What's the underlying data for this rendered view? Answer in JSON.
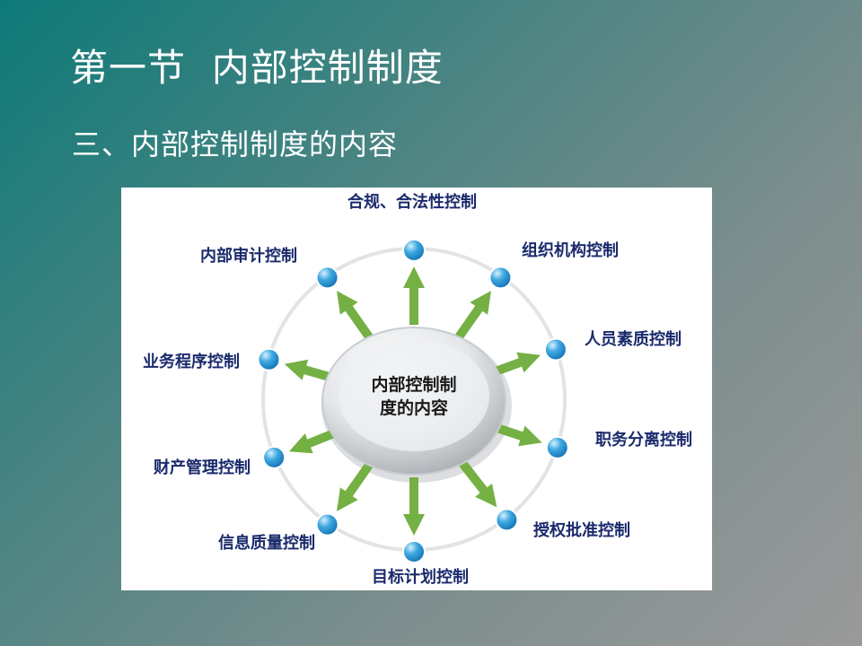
{
  "slide": {
    "title": "第一节  内部控制制度",
    "subtitle": "三、内部控制制度的内容"
  },
  "diagram": {
    "center_lines": [
      "内部控制制",
      "度的内容"
    ],
    "items": [
      {
        "label": "合规、合法性控制"
      },
      {
        "label": "组织机构控制"
      },
      {
        "label": "人员素质控制"
      },
      {
        "label": "职务分离控制"
      },
      {
        "label": "授权批准控制"
      },
      {
        "label": "目标计划控制"
      },
      {
        "label": "信息质量控制"
      },
      {
        "label": "财产管理控制"
      },
      {
        "label": "业务程序控制"
      },
      {
        "label": "内部审计控制"
      }
    ],
    "colors": {
      "arrow": "#74b043",
      "node": "#2f9fd8",
      "label": "#1a2a6c",
      "ring": "#e3e3e3"
    }
  }
}
